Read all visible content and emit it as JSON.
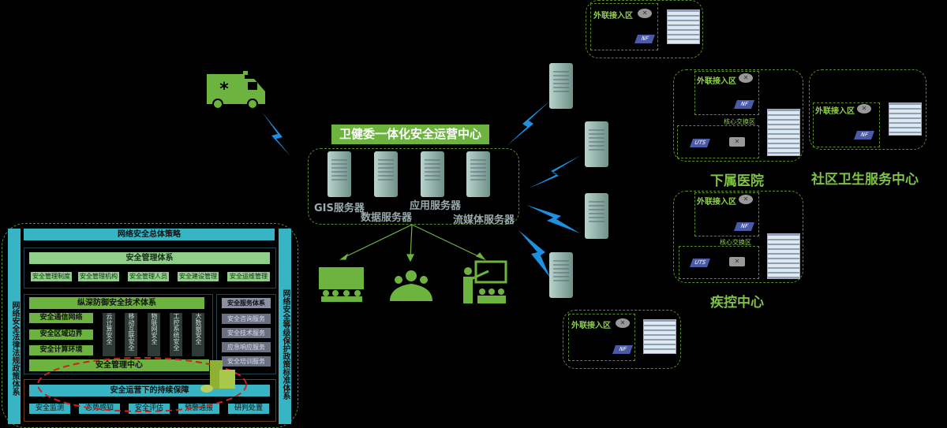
{
  "center": {
    "title": "卫健委一体化安全运营中心",
    "servers": [
      "GIS服务器",
      "数据服务器",
      "应用服务器",
      "流媒体服务器"
    ]
  },
  "sites": {
    "access_zone": "外联接入区",
    "core_zone": "核心交换区",
    "nf_label": "NF",
    "uts_label": "UTS",
    "hospital": "下属医院",
    "community": "社区卫生服务中心",
    "cdc": "疾控中心"
  },
  "framework": {
    "top": "网络安全总体策略",
    "left_side": "网络安全法律法规政策体系",
    "right_side": "网络安全等级保护政策标准体系",
    "mgmt_system": "安全管理体系",
    "mgmt_items": [
      "安全管理制度",
      "安全管理机构",
      "安全管理人员",
      "安全建设管理",
      "安全运维管理"
    ],
    "tech_system": "纵深防御安全技术体系",
    "tech_items": [
      "安全通信网络",
      "安全区域边界",
      "安全计算环境"
    ],
    "tech_columns": [
      "云计算安全",
      "移动互联安全",
      "物联网安全",
      "工控系统安全",
      "大数据安全"
    ],
    "mgmt_center": "安全管理中心",
    "service_system": "安全服务体系",
    "service_items": [
      "安全咨询服务",
      "安全技术服务",
      "应急响应服务",
      "安全培训服务"
    ],
    "ops": "安全运营下的持续保障",
    "ops_items": [
      "安全监测",
      "态势感知",
      "安全评估",
      "预警通报",
      "研判处置"
    ]
  },
  "colors": {
    "accent_green": "#7dc242",
    "cyan": "#37b5c4",
    "bolt_blue": "#1e90e0",
    "ellipse_red": "#d02020"
  }
}
